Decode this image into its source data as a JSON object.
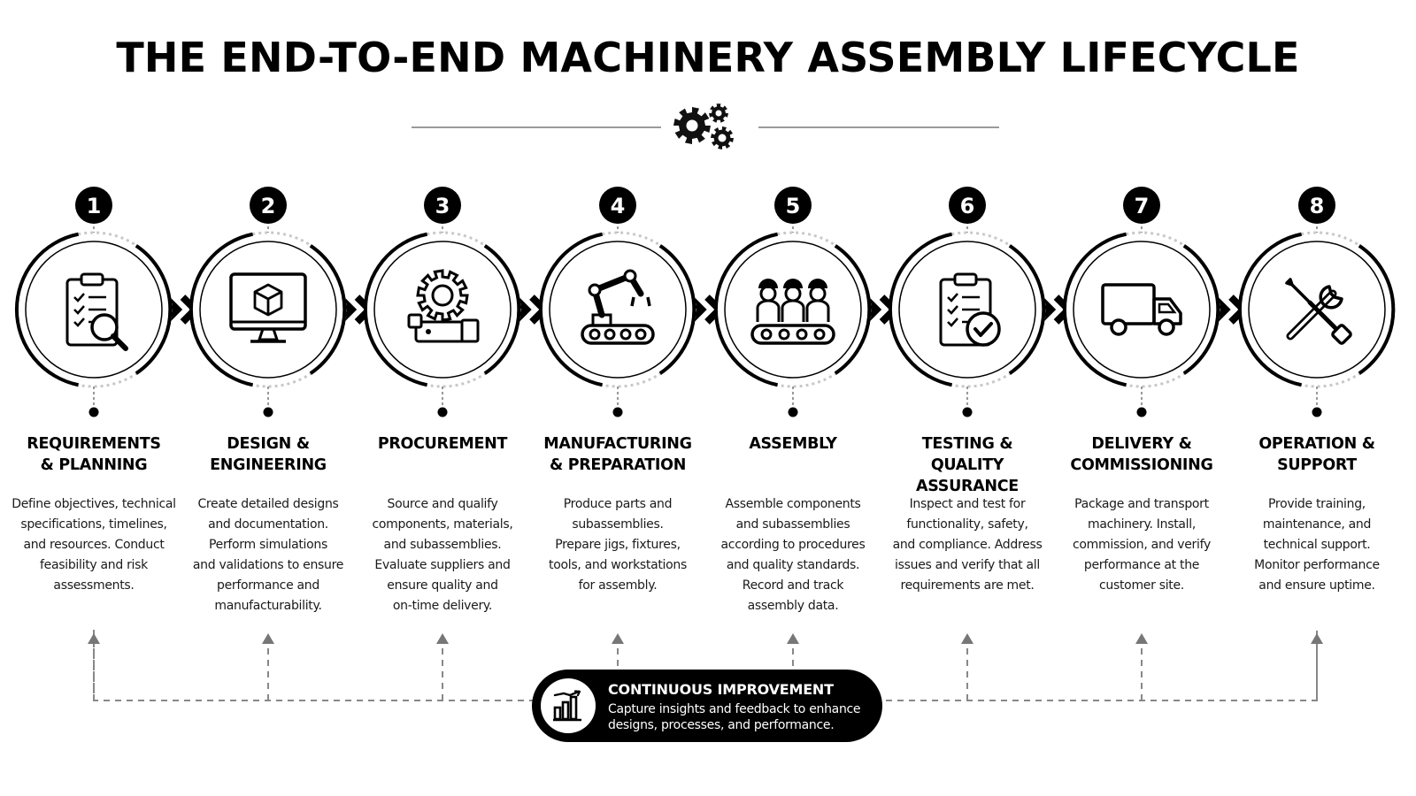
{
  "title": "THE END-TO-END MACHINERY ASSEMBLY LIFECYCLE",
  "steps": [
    {
      "number": "1",
      "icon": "clipboard-magnifier-icon",
      "title": "REQUIREMENTS\n& PLANNING",
      "description": "Define objectives, technical\nspecifications, timelines,\nand resources. Conduct\nfeasibility and risk\nassessments."
    },
    {
      "number": "2",
      "icon": "monitor-cube-icon",
      "title": "DESIGN &\nENGINEERING",
      "description": "Create detailed designs\nand documentation.\nPerform simulations\nand validations to ensure\nperformance and\nmanufacturability."
    },
    {
      "number": "3",
      "icon": "gear-components-icon",
      "title": "PROCUREMENT",
      "description": "Source and qualify\ncomponents, materials,\nand subassemblies.\nEvaluate suppliers and\nensure quality and\non-time delivery."
    },
    {
      "number": "4",
      "icon": "robotic-arm-icon",
      "title": "MANUFACTURING\n& PREPARATION",
      "description": "Produce parts and\nsubassemblies.\nPrepare jigs, fixtures,\ntools, and workstations\nfor assembly."
    },
    {
      "number": "5",
      "icon": "assembly-workers-icon",
      "title": "ASSEMBLY",
      "description": "Assemble components\nand subassemblies\naccording to procedures\nand quality standards.\nRecord and track\nassembly data."
    },
    {
      "number": "6",
      "icon": "clipboard-check-icon",
      "title": "TESTING &\nQUALITY ASSURANCE",
      "description": "Inspect and test for\nfunctionality, safety,\nand compliance. Address\nissues and verify that all\nrequirements are met."
    },
    {
      "number": "7",
      "icon": "delivery-truck-icon",
      "title": "DELIVERY &\nCOMMISSIONING",
      "description": "Package and transport\nmachinery. Install,\ncommission, and verify\nperformance at the\ncustomer site."
    },
    {
      "number": "8",
      "icon": "wrench-screwdriver-icon",
      "title": "OPERATION &\nSUPPORT",
      "description": "Provide training,\nmaintenance, and\ntechnical support.\nMonitor performance\nand ensure uptime."
    }
  ],
  "continuous_improvement": {
    "icon": "bar-chart-icon",
    "title": "CONTINUOUS IMPROVEMENT",
    "text": "Capture insights and feedback to enhance\ndesigns, processes, and performance."
  },
  "colors": {
    "primary": "#000000",
    "background": "#ffffff",
    "dashed": "#888888",
    "rule": "#9a9a9a"
  }
}
